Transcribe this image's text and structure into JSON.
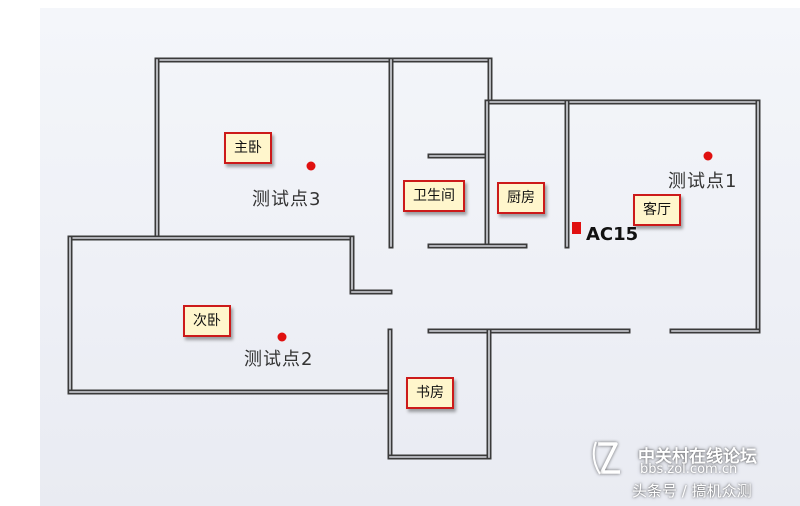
{
  "rooms": {
    "master_bedroom": "主卧",
    "bathroom": "卫生间",
    "kitchen": "厨房",
    "living_room": "客厅",
    "second_bedroom": "次卧",
    "study": "书房"
  },
  "test_points": {
    "point1": "测试点1",
    "point2": "测试点2",
    "point3": "测试点3"
  },
  "router": {
    "label": "AC15"
  },
  "watermark": {
    "site": "中关村在线论坛",
    "url": "bbs.zol.com.cn",
    "source": "头条号 / 搞机众测"
  },
  "colors": {
    "wall": "#3a3a3a",
    "label_border": "#cc1a1a",
    "label_fill": "#fff6cc",
    "marker": "#e01010"
  }
}
